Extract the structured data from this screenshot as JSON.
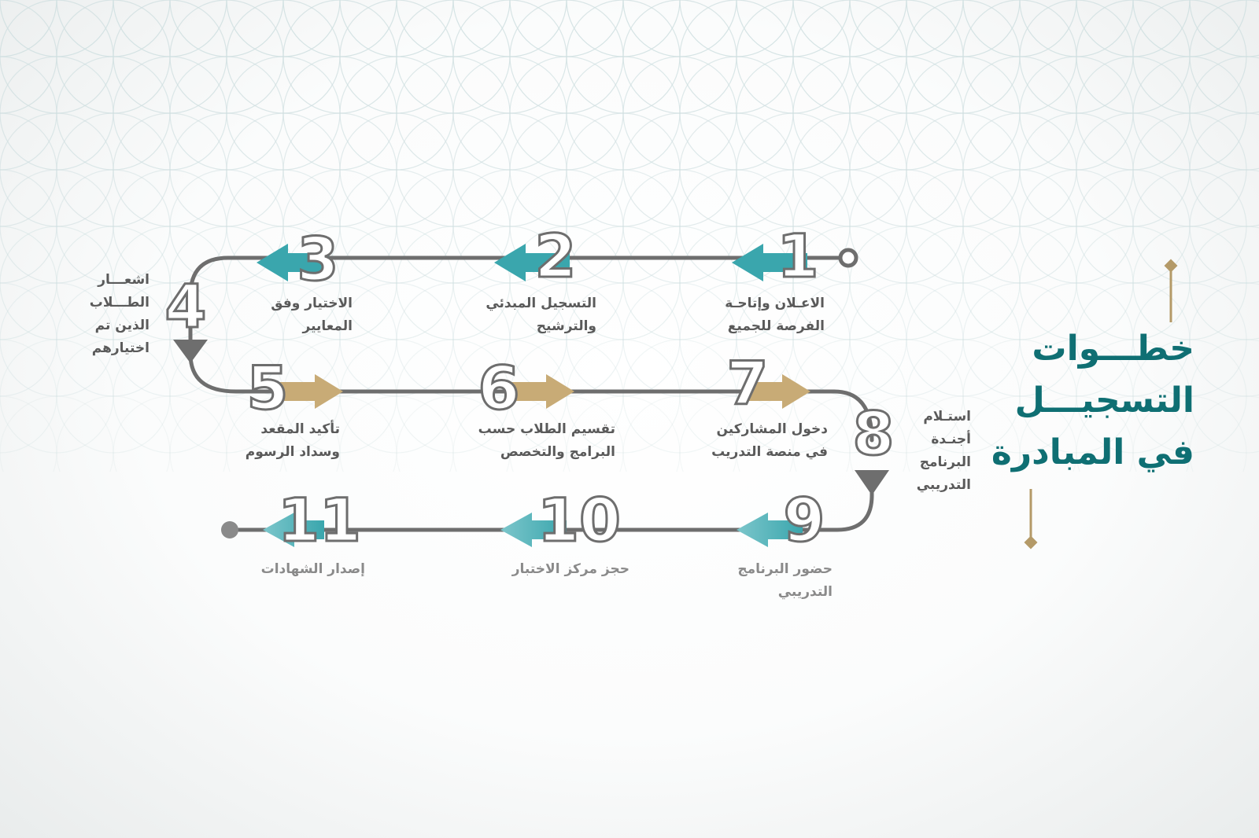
{
  "title": {
    "line1": "خطـــوات",
    "line2": "التسجيـــل",
    "line3": "في المبادرة"
  },
  "colors": {
    "teal": "#3aa6ad",
    "gold": "#c8ab76",
    "gray": "#6e6e6e",
    "title": "#0f6f73"
  },
  "steps": [
    {
      "num": "1",
      "line1": "الاعـلان وإتاحـة",
      "line2": "الفرصة للجميع"
    },
    {
      "num": "2",
      "line1": "التسجيل المبدئي",
      "line2": "والترشيح"
    },
    {
      "num": "3",
      "line1": "الاختيار وفق",
      "line2": "المعايير"
    },
    {
      "num": "4",
      "line1": "اشعـــار",
      "line2": "الطـــلاب",
      "line3": "الذين تم",
      "line4": "اختيارهم"
    },
    {
      "num": "5",
      "line1": "تأكيد المقعد",
      "line2": "وسداد الرسوم"
    },
    {
      "num": "6",
      "line1": "تقسيم الطلاب حسب",
      "line2": "البرامج والتخصص"
    },
    {
      "num": "7",
      "line1": "دخول المشاركين",
      "line2": "في منصة التدريب"
    },
    {
      "num": "8",
      "line1": "استـلام",
      "line2": "أجنـدة",
      "line3": "البرنامج",
      "line4": "التدريبي"
    },
    {
      "num": "9",
      "line1": "حضور البرنامج",
      "line2": "التدريبي"
    },
    {
      "num": "10",
      "line1": "حجز مركز الاختبار"
    },
    {
      "num": "11",
      "line1": "إصدار الشهادات"
    }
  ]
}
